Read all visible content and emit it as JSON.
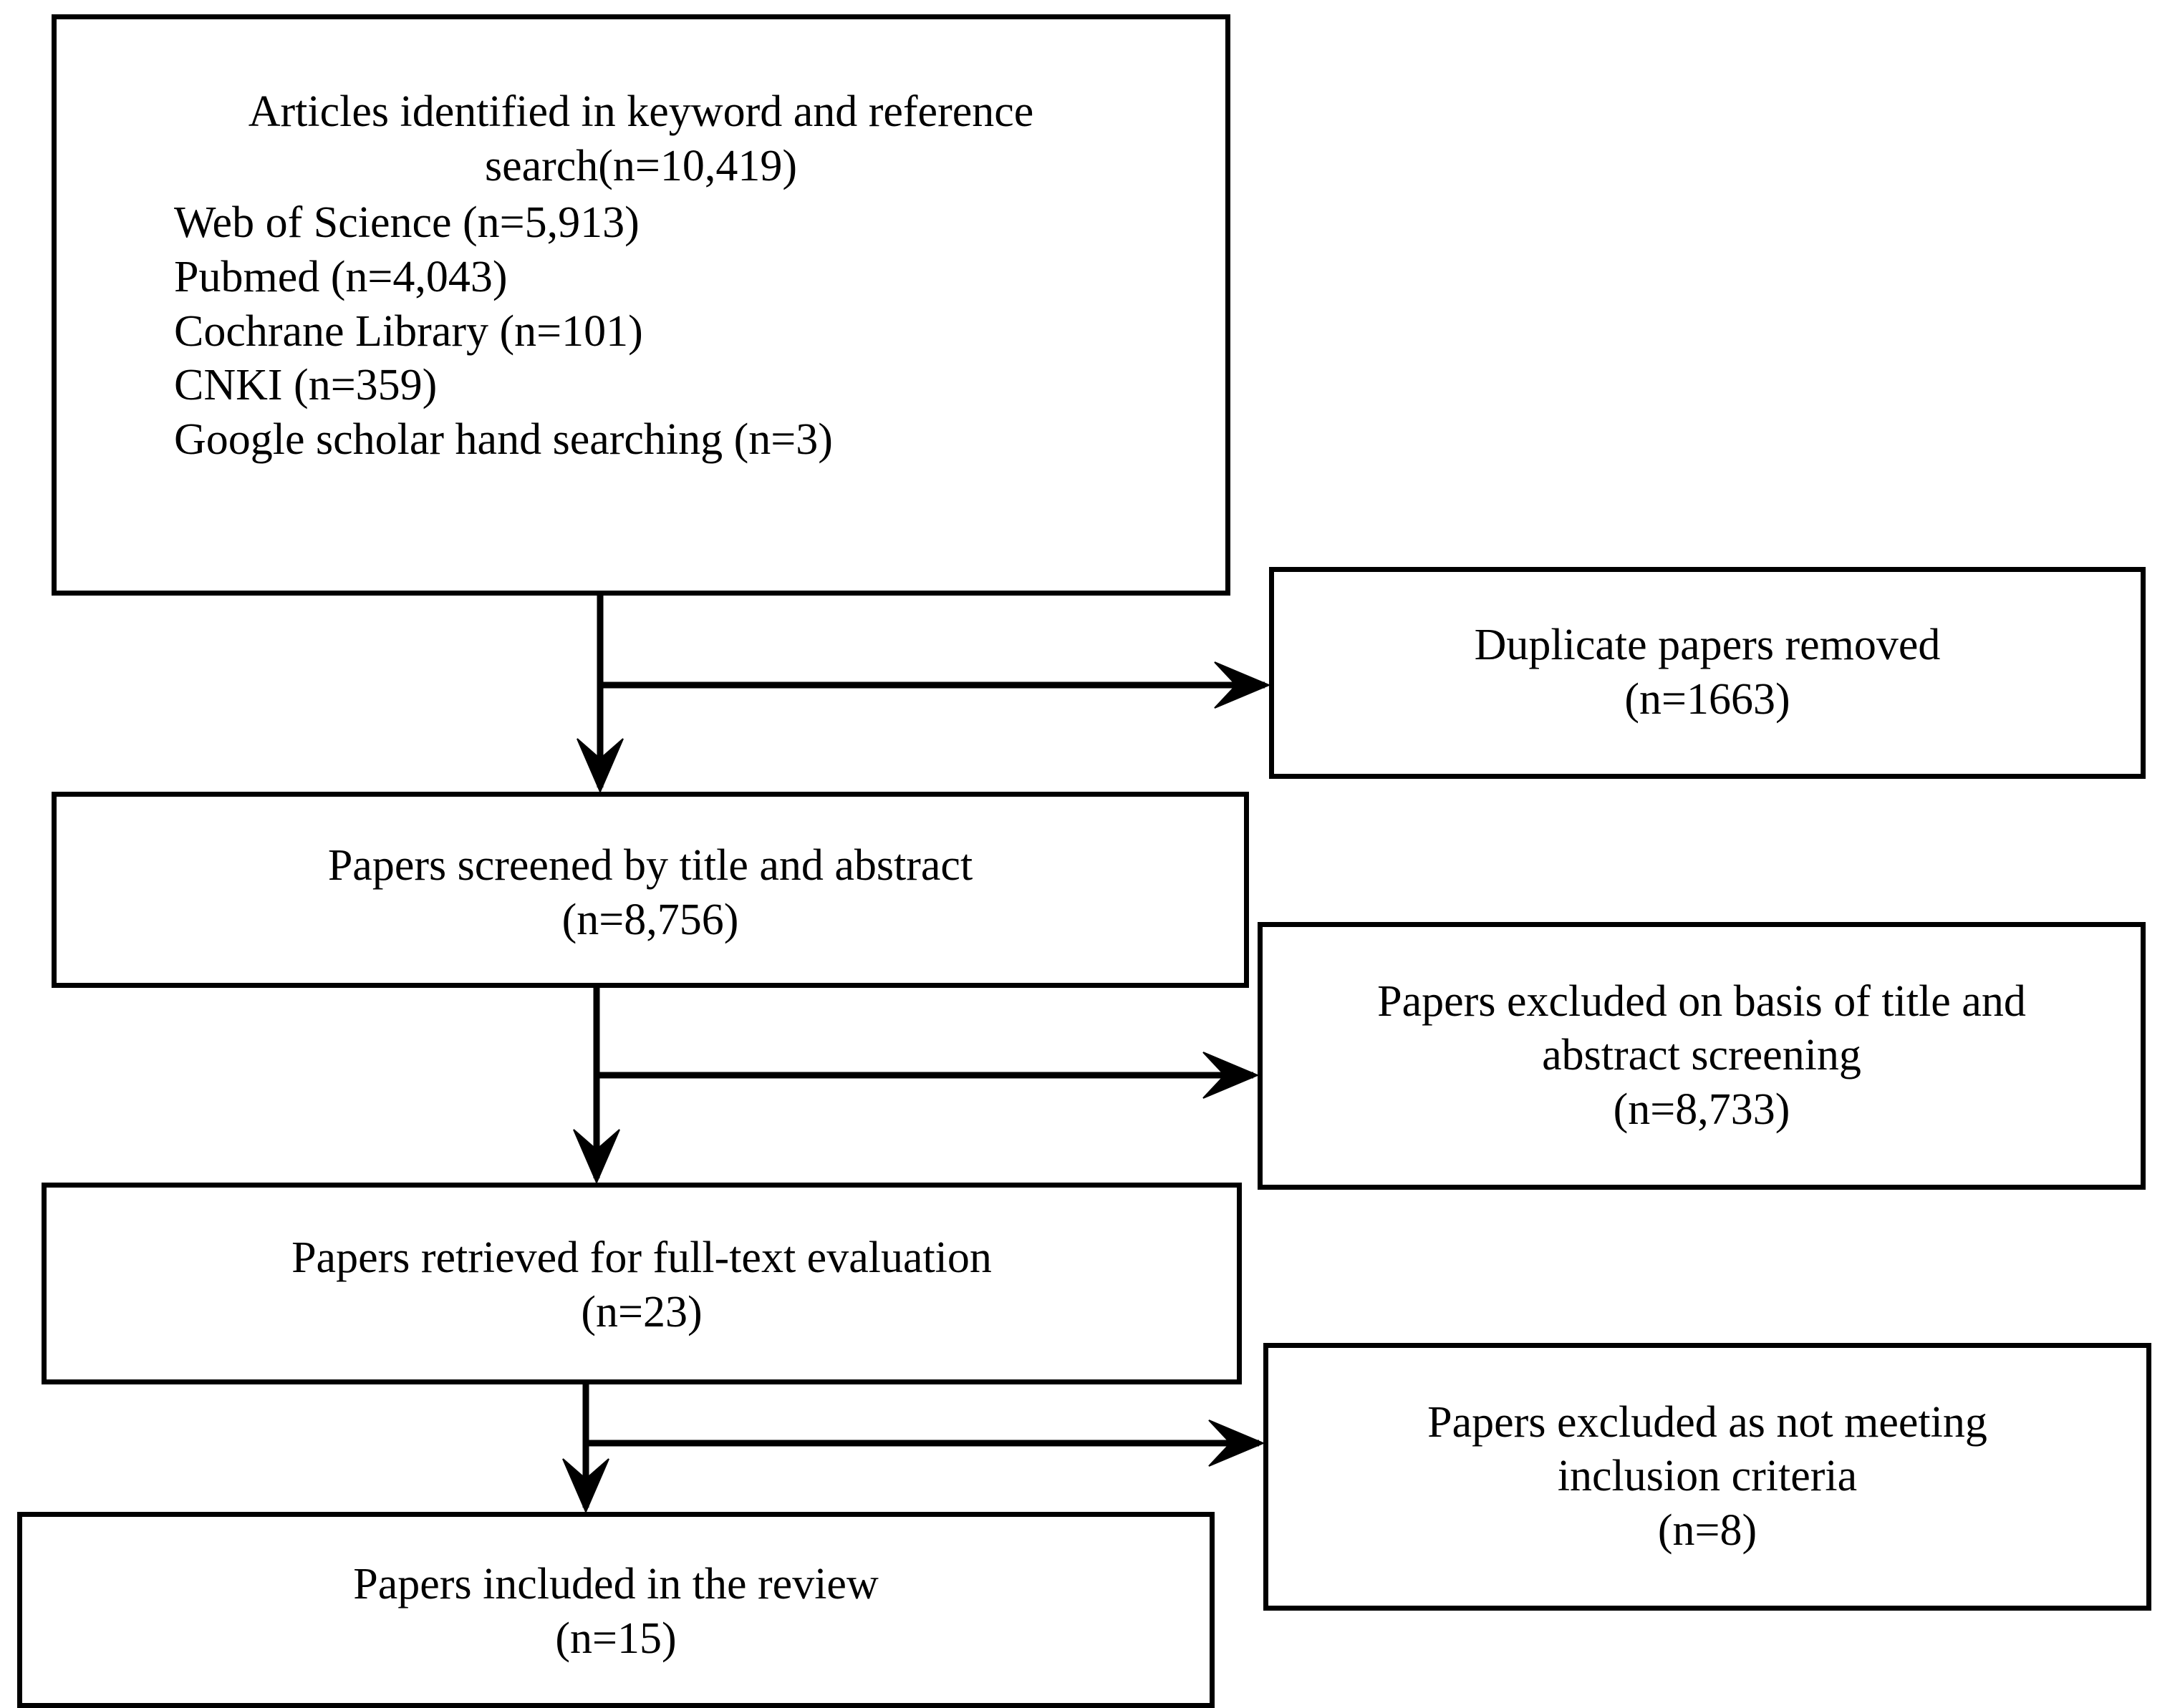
{
  "diagram": {
    "type": "prisma-flow-diagram",
    "title": "PRISMA study selection flow diagram",
    "colors": {
      "background": "#ffffff",
      "border": "#000000",
      "text": "#000000"
    },
    "boxes": {
      "identification": {
        "name": "Articles identified in keyword and reference search",
        "head_lines": [
          "Articles identified in keyword and reference",
          "search(n=10,419)"
        ],
        "head_line_1": "Articles identified in keyword and reference",
        "head_line_2": "search(n=10,419)",
        "total_n": "10,419",
        "sources": [
          {
            "label": "Web of Science (n=5,913)",
            "database": "Web of Science",
            "n": "5,913"
          },
          {
            "label": "Pubmed (n=4,043)",
            "database": "Pubmed",
            "n": "4,043"
          },
          {
            "label": "Cochrane Library (n=101)",
            "database": "Cochrane Library",
            "n": "101"
          },
          {
            "label": "CNKI (n=359)",
            "database": "CNKI",
            "n": "359"
          },
          {
            "label": "Google scholar hand searching (n=3)",
            "database": "Google scholar hand searching",
            "n": "3"
          }
        ]
      },
      "duplicates_removed": {
        "line_1": "Duplicate papers removed",
        "line_2": "(n=1663)",
        "n": "1663"
      },
      "screened": {
        "line_1": "Papers screened by title and abstract",
        "line_2": "(n=8,756)",
        "n": "8,756"
      },
      "excluded_title_abstract": {
        "line_1": "Papers excluded on basis of title and",
        "line_2": "abstract screening",
        "line_3": "(n=8,733)",
        "n": "8,733"
      },
      "retrieved_fulltext": {
        "line_1": "Papers retrieved for full-text evaluation",
        "line_2": "(n=23)",
        "n": "23"
      },
      "excluded_criteria": {
        "line_1": "Papers excluded as not meeting",
        "line_2": "inclusion criteria",
        "line_3": "(n=8)",
        "n": "8"
      },
      "included": {
        "line_1": "Papers included in the review",
        "line_2": "(n=15)",
        "n": "15"
      }
    },
    "connectors": [
      {
        "name": "identification-to-screened",
        "kind": "vertical-arrow"
      },
      {
        "name": "identification-to-duplicates",
        "kind": "horizontal-arrow"
      },
      {
        "name": "screened-to-retrieved",
        "kind": "vertical-arrow"
      },
      {
        "name": "screened-to-excluded-title-abstract",
        "kind": "horizontal-arrow"
      },
      {
        "name": "retrieved-to-included",
        "kind": "vertical-arrow"
      },
      {
        "name": "retrieved-to-excluded-criteria",
        "kind": "horizontal-arrow"
      }
    ]
  }
}
